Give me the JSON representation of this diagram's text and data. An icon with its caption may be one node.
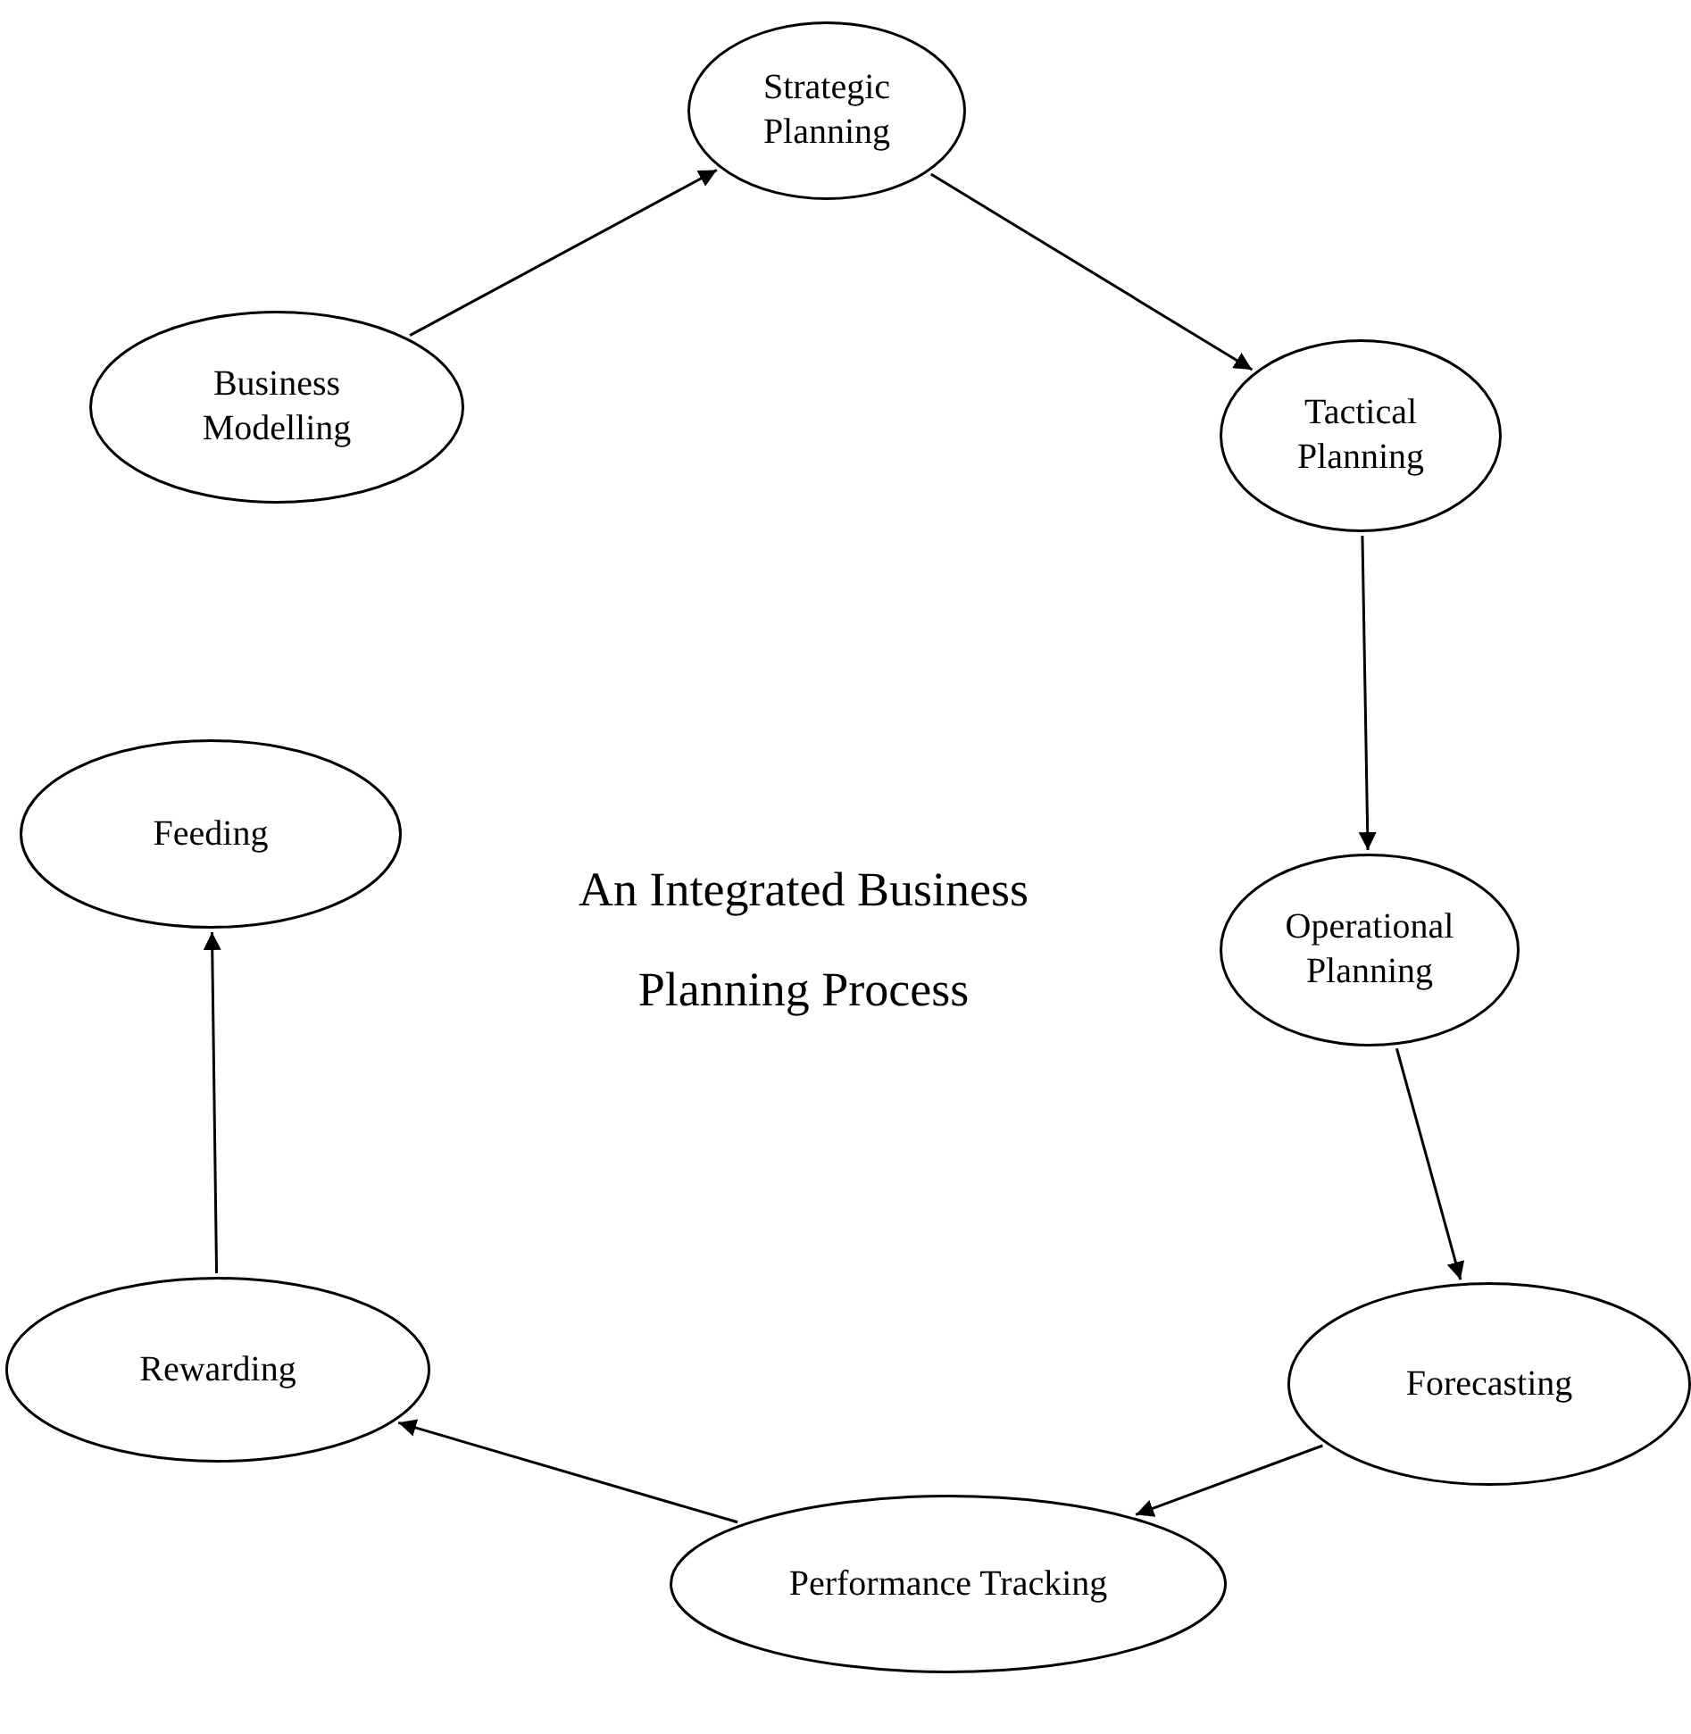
{
  "diagram": {
    "title": "An Integrated Business Planning Process",
    "nodes": [
      {
        "text": [
          "Strategic Planning"
        ]
      },
      {
        "text": [
          "Business Modelling"
        ]
      },
      {
        "text": [
          "Tactical Planning"
        ]
      },
      {
        "text": [
          "Feeding"
        ]
      },
      {
        "text": [
          "Operational Planning"
        ]
      },
      {
        "text": [
          "Rewarding"
        ]
      },
      {
        "text": [
          "Forecasting"
        ]
      },
      {
        "text": [
          "Performance Tracking"
        ]
      }
    ],
    "edges": [
      {
        "from": 1,
        "to": 0,
        "arrow": "to"
      },
      {
        "from": 0,
        "to": 2,
        "arrow": "to"
      },
      {
        "from": 2,
        "to": 4,
        "arrow": "to"
      },
      {
        "from": 4,
        "to": 6,
        "arrow": "to"
      },
      {
        "from": 6,
        "to": 7,
        "arrow": "to"
      },
      {
        "from": 7,
        "to": 5,
        "arrow": "to"
      },
      {
        "from": 5,
        "to": 3,
        "arrow": "to"
      }
    ]
  }
}
